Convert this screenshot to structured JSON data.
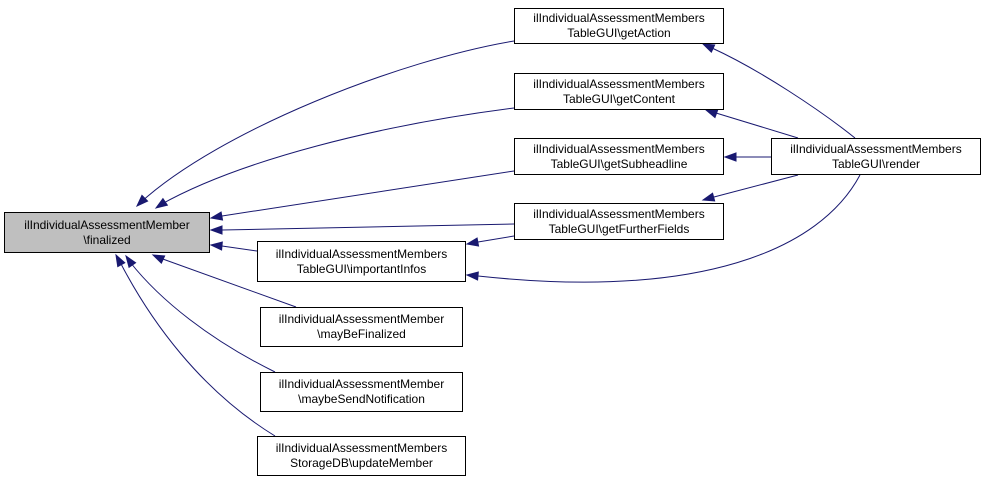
{
  "nodes": [
    {
      "id": "finalized",
      "line1": "ilIndividualAssessmentMember",
      "line2": "\\finalized",
      "root": true
    },
    {
      "id": "getAction",
      "line1": "ilIndividualAssessmentMembers",
      "line2": "TableGUI\\getAction"
    },
    {
      "id": "getContent",
      "line1": "ilIndividualAssessmentMembers",
      "line2": "TableGUI\\getContent"
    },
    {
      "id": "getSubheadline",
      "line1": "ilIndividualAssessmentMembers",
      "line2": "TableGUI\\getSubheadline"
    },
    {
      "id": "getFurtherFields",
      "line1": "ilIndividualAssessmentMembers",
      "line2": "TableGUI\\getFurtherFields"
    },
    {
      "id": "importantInfos",
      "line1": "ilIndividualAssessmentMembers",
      "line2": "TableGUI\\importantInfos"
    },
    {
      "id": "render",
      "line1": "ilIndividualAssessmentMembers",
      "line2": "TableGUI\\render"
    },
    {
      "id": "mayBeFinalized",
      "line1": "ilIndividualAssessmentMember",
      "line2": "\\mayBeFinalized"
    },
    {
      "id": "maybeSendNotification",
      "line1": "ilIndividualAssessmentMember",
      "line2": "\\maybeSendNotification"
    },
    {
      "id": "updateMember",
      "line1": "ilIndividualAssessmentMembers",
      "line2": "StorageDB\\updateMember"
    }
  ],
  "edges": [
    {
      "from": "getAction",
      "to": "finalized"
    },
    {
      "from": "getContent",
      "to": "finalized"
    },
    {
      "from": "getSubheadline",
      "to": "finalized"
    },
    {
      "from": "getFurtherFields",
      "to": "finalized"
    },
    {
      "from": "importantInfos",
      "to": "finalized"
    },
    {
      "from": "mayBeFinalized",
      "to": "finalized"
    },
    {
      "from": "maybeSendNotification",
      "to": "finalized"
    },
    {
      "from": "updateMember",
      "to": "finalized"
    },
    {
      "from": "render",
      "to": "getAction"
    },
    {
      "from": "render",
      "to": "getContent"
    },
    {
      "from": "render",
      "to": "getSubheadline"
    },
    {
      "from": "render",
      "to": "getFurtherFields"
    },
    {
      "from": "render",
      "to": "importantInfos"
    },
    {
      "from": "getFurtherFields",
      "to": "importantInfos"
    }
  ],
  "colors": {
    "edge": "#191970",
    "root_fill": "#bfbfbf",
    "node_fill": "#ffffff",
    "border": "#000000"
  }
}
